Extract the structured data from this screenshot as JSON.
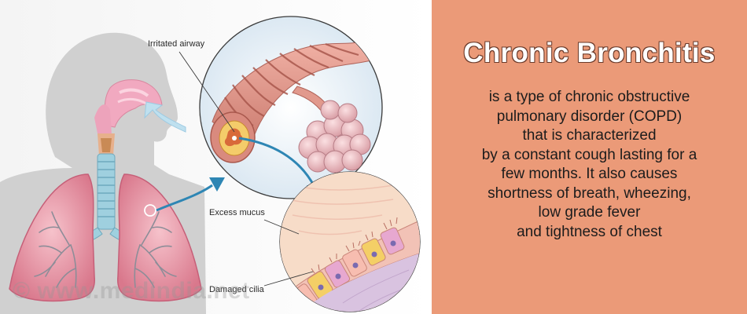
{
  "labels": {
    "irritated_airway": "Irritated airway",
    "excess_mucus": "Excess mucus",
    "damaged_cilia": "Damaged cilia"
  },
  "watermark": "© www.medindia.net",
  "panel": {
    "title": "Chronic Bronchitis",
    "lines": [
      "is a type of chronic obstructive",
      "pulmonary disorder (COPD)",
      "that is characterized",
      "by a constant cough lasting for a",
      "few months. It also causes",
      "shortness of breath, wheezing,",
      "low grade fever",
      "and tightness of chest"
    ]
  },
  "colors": {
    "panel_background": "#eb9a78",
    "lung": "#e8a0ae",
    "trachea": "#8fc7d8",
    "head_silhouette": "#cfcfcf",
    "arrow": "#2e86b4",
    "airway_tube": "#d98a7e"
  }
}
